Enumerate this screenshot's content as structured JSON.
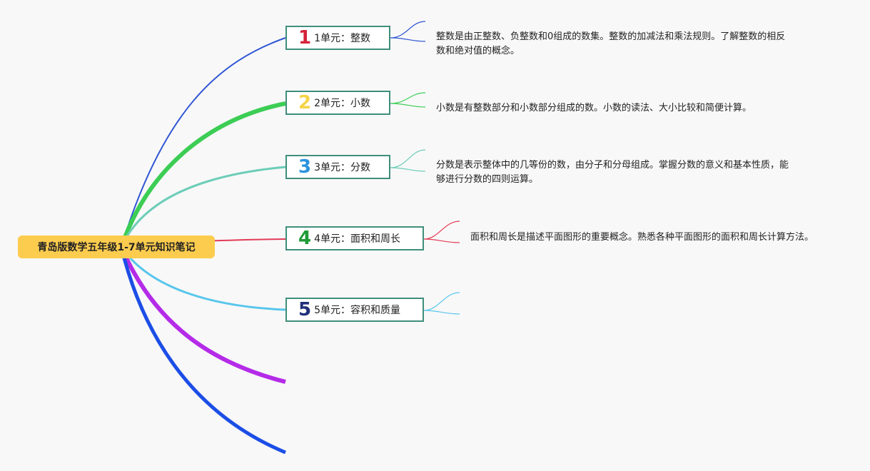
{
  "root": {
    "label": "青岛版数学五年级1-7单元知识笔记"
  },
  "units": [
    {
      "number": "1",
      "label": "1单元：整数",
      "number_color": "#d4233a",
      "branch_color": "#2f55d4",
      "desc": "整数是由正整数、负整数和0组成的数集。整数的加减法和乘法规则。了解整数的相反数和绝对值的概念。"
    },
    {
      "number": "2",
      "label": "2单元：小数",
      "number_color": "#f5d44a",
      "branch_color": "#3ccd55",
      "desc": "小数是有整数部分和小数部分组成的数。小数的读法、大小比较和简便计算。"
    },
    {
      "number": "3",
      "label": "3单元：分数",
      "number_color": "#2b94dd",
      "branch_color": "#6ccdb8",
      "desc": "分数是表示整体中的几等份的数，由分子和分母组成。掌握分数的意义和基本性质，能够进行分数的四则运算。"
    },
    {
      "number": "4",
      "label": "4单元：面积和周长",
      "number_color": "#1e9a36",
      "branch_color": "#e23c57",
      "desc": "面积和周长是描述平面图形的重要概念。熟悉各种平面图形的面积和周长计算方法。"
    },
    {
      "number": "5",
      "label": "5单元：容积和质量",
      "number_color": "#1f2f7a",
      "branch_color": "#58c6ec",
      "desc": ""
    }
  ],
  "extra_branches": [
    {
      "color": "#b42be8"
    },
    {
      "color": "#1c4ee6"
    }
  ]
}
